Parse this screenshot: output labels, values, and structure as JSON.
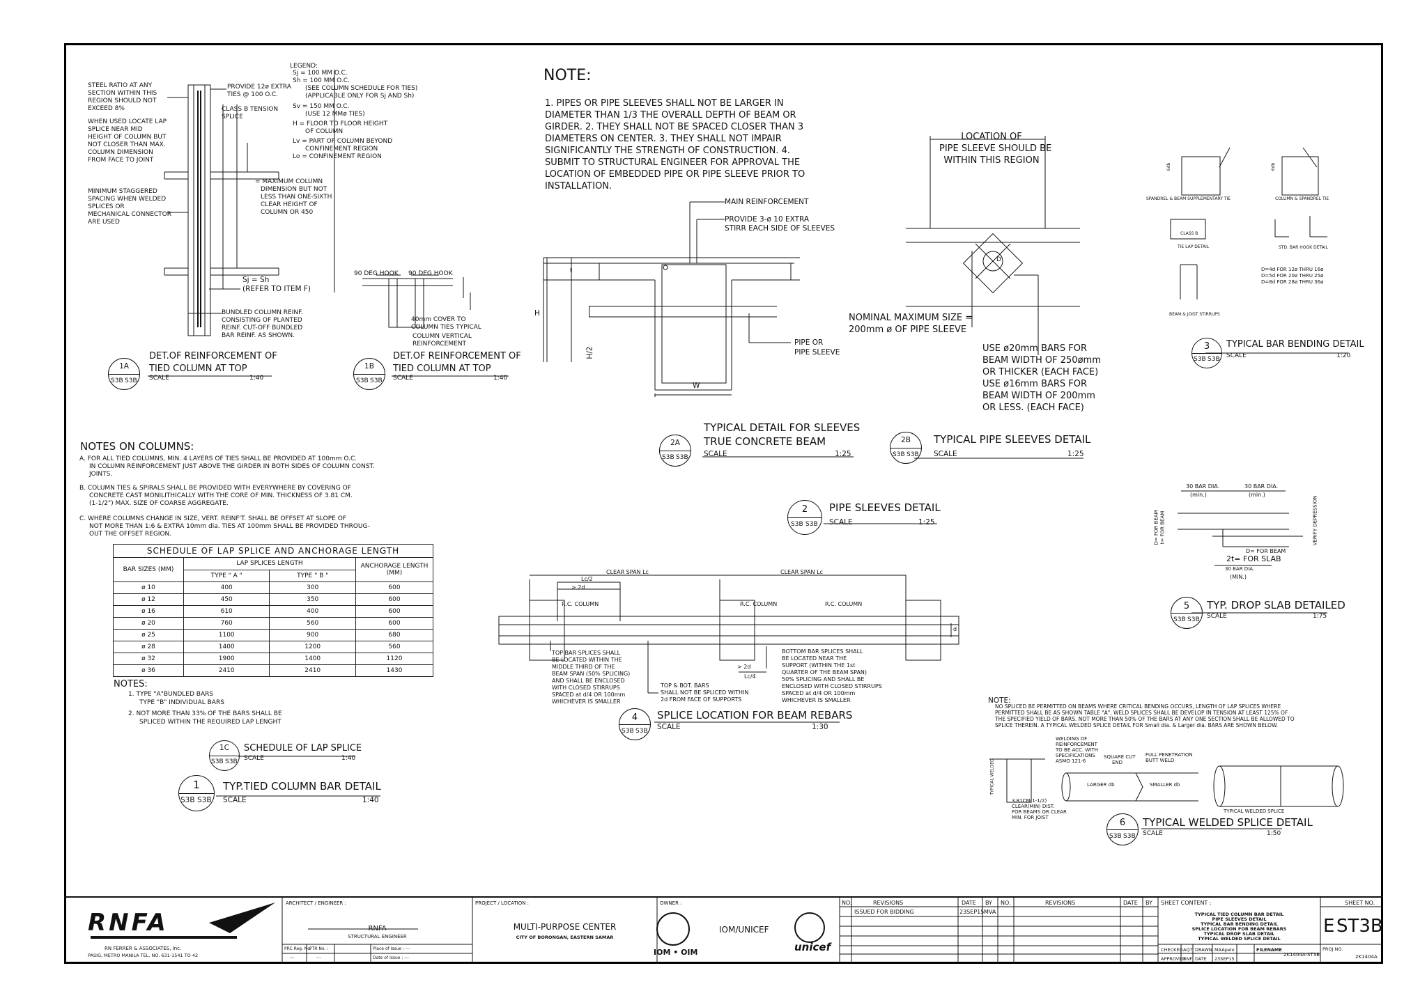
{
  "legend": {
    "title": "LEGEND:",
    "lines": [
      "Sj = 100 MM O.C.",
      "Sh = 100 MM O.C.",
      "(SEE COLUMN SCHEDULE FOR TIES)",
      "(APPLICABLE ONLY FOR Sj AND Sh)",
      "Sv = 150 MM O.C.",
      "(USE 12 MMø TIES)",
      "H = FLOOR TO FLOOR HEIGHT",
      "OF COLUMN",
      "Lv = PART OF COLUMN BEYOND",
      "CONFINEMENT REGION",
      "Lo = CONFINEMENT REGION"
    ]
  },
  "column_notes": {
    "steel_ratio": [
      "STEEL RATIO AT ANY",
      "SECTION WITHIN THIS",
      "REGION SHOULD NOT",
      "EXCEED 8%"
    ],
    "lap_splice": [
      "WHEN USED LOCATE LAP",
      "SPLICE NEAR MID",
      "HEIGHT OF COLUMN BUT",
      "NOT CLOSER THAN MAX.",
      "COLUMN DIMENSION",
      "FROM FACE TO JOINT"
    ],
    "min_stagger": [
      "MINIMUM STAGGERED",
      "SPACING WHEN WELDED",
      "SPLICES OR",
      "MECHANICAL CONNECTOR",
      "ARE USED"
    ],
    "provide_ties": [
      "PROVIDE 12ø EXTRA",
      "TIES @ 100 O.C."
    ],
    "class_b": [
      "CLASS B TENSION",
      "SPLICE"
    ],
    "max_dim": [
      "= MAXIMUM COLUMN",
      "DIMENSION BUT NOT",
      "LESS THAN ONE-SIXTH",
      "CLEAR HEIGHT OF",
      "COLUMN OR 450"
    ],
    "sj_sh": [
      "Sj = Sh",
      "(REFER TO ITEM F)"
    ],
    "bundled": [
      "BUNDLED COLUMN REINF.",
      "CONSISTING OF PLANTED",
      "REINF. CUT-OFF BUNDLED",
      "BAR REINF. AS SHOWN."
    ],
    "hook1": "90 DEG HOOK",
    "hook2": "90 DEG HOOK",
    "cover": [
      "40mm COVER TO",
      "COLUMN TIES TYPICAL"
    ],
    "vertical": [
      "COLUMN VERTICAL",
      "REINFORCEMENT"
    ]
  },
  "details": {
    "d1a": {
      "num": "1A",
      "ref": "S3B",
      "sheet": "S3B",
      "title1": "DET.OF REINFORCEMENT OF",
      "title2": "TIED COLUMN AT TOP",
      "scale": "SCALE",
      "ratio": "1:40"
    },
    "d1b": {
      "num": "1B",
      "ref": "S3B",
      "sheet": "S3B",
      "title1": "DET.OF REINFORCEMENT OF",
      "title2": "TIED COLUMN AT TOP",
      "scale": "SCALE",
      "ratio": "1:40"
    },
    "d2a": {
      "num": "2A",
      "ref": "S3B",
      "sheet": "S3B",
      "title1": "TYPICAL DETAIL FOR SLEEVES",
      "title2": "TRUE CONCRETE BEAM",
      "scale": "SCALE",
      "ratio": "1:25"
    },
    "d2b": {
      "num": "2B",
      "ref": "S3B",
      "sheet": "S3B",
      "title1": "TYPICAL PIPE SLEEVES DETAIL",
      "scale": "SCALE",
      "ratio": "1:25"
    },
    "d2": {
      "num": "2",
      "ref": "S3B",
      "sheet": "S3B",
      "title1": "PIPE SLEEVES DETAIL",
      "scale": "SCALE",
      "ratio": "1:25"
    },
    "d3": {
      "num": "3",
      "ref": "S3B",
      "sheet": "S3B",
      "title1": "TYPICAL BAR BENDING DETAIL",
      "scale": "SCALE",
      "ratio": "1:20"
    },
    "d4": {
      "num": "4",
      "ref": "S3B",
      "sheet": "S3B",
      "title1": "SPLICE LOCATION FOR BEAM REBARS",
      "scale": "SCALE",
      "ratio": "1:30"
    },
    "d5": {
      "num": "5",
      "ref": "S3B",
      "sheet": "S3B",
      "title1": "TYP. DROP SLAB DETAILED",
      "scale": "SCALE",
      "ratio": "1:75"
    },
    "d6": {
      "num": "6",
      "ref": "S3B",
      "sheet": "S3B",
      "title1": "TYPICAL WELDED SPLICE DETAIL",
      "scale": "SCALE",
      "ratio": "1:50"
    },
    "d1c": {
      "num": "1C",
      "ref": "S3B",
      "sheet": "S3B",
      "title1": "SCHEDULE OF LAP SPLICE",
      "scale": "SCALE",
      "ratio": "1:40"
    },
    "d1": {
      "num": "1",
      "ref": "S3B",
      "sheet": "S3B",
      "title1": "TYP.TIED COLUMN BAR DETAIL",
      "scale": "SCALE",
      "ratio": "1:40"
    }
  },
  "sleeve_note": {
    "title": "NOTE:",
    "lines": [
      "1. PIPES OR PIPE SLEEVES SHALL NOT BE LARGER IN",
      "DIAMETER THAN 1/3 THE OVERALL DEPTH OF BEAM OR",
      "GIRDER. 2. THEY SHALL NOT BE SPACED CLOSER THAN 3",
      "DIAMETERS ON CENTER. 3. THEY SHALL NOT IMPAIR",
      "SIGNIFICANTLY THE STRENGTH OF CONSTRUCTION. 4.",
      "SUBMIT TO STRUCTURAL ENGINEER FOR APPROVAL THE",
      "LOCATION OF EMBEDDED PIPE OR PIPE SLEEVE PRIOR TO",
      "INSTALLATION."
    ]
  },
  "sleeve_2a": {
    "main": "MAIN REINFORCEMENT",
    "provide1": "PROVIDE 3-ø 10 EXTRA",
    "provide2": "STIRR EACH SIDE OF SLEEVES",
    "pipe1": "PIPE OR",
    "pipe2": "PIPE SLEEVE",
    "h": "H",
    "h2": "H/2",
    "w": "W",
    "t": "t"
  },
  "sleeve_2b": {
    "loc": [
      "LOCATION OF",
      "PIPE SLEEVE SHOULD BE",
      "WITHIN THIS REGION"
    ],
    "nominal": [
      "NOMINAL MAXIMUM SIZE =",
      "200mm ø OF PIPE SLEEVE"
    ],
    "use": [
      "USE ø20mm BARS FOR",
      "BEAM WIDTH OF 250ømm",
      "OR THICKER (EACH FACE)",
      "USE ø16mm BARS FOR",
      "BEAM WIDTH OF 200mm",
      "OR LESS. (EACH FACE)"
    ],
    "d": "D"
  },
  "bending": {
    "spandrel": "SPANDREL & BEAM SUPPLEMENTARY TIE",
    "colspan": "COLUMN & SPANDREL TIE",
    "tielap": "TIE LAP DETAIL",
    "stdhook": "STD. BAR HOOK DETAIL",
    "joist": "BEAM & JOIST STIRRUPS",
    "classb": "CLASS B",
    "d1": "D=4d FOR 12ø THRU 16ø",
    "d2": "D=5d FOR 20ø THRU 25ø",
    "d3": "D=8d FOR 28ø THRU 36ø",
    "dim1": "6db",
    "dim2": "6db"
  },
  "notes_columns": {
    "title": "NOTES ON COLUMNS:",
    "a": [
      "A. FOR ALL TIED COLUMNS, MIN. 4 LAYERS OF TIES SHALL BE PROVIDED AT 100mm O.C.",
      "IN COLUMN REINFORCEMENT JUST ABOVE THE GIRDER IN BOTH SIDES OF COLUMN CONST.",
      "JOINTS."
    ],
    "b": [
      "B. COLUMN TIES & SPIRALS SHALL BE PROVIDED WITH EVERYWHERE BY COVERING OF",
      "CONCRETE CAST MONILITHICALLY WITH THE CORE OF MIN. THICKNESS OF 3.81 CM.",
      "(1-1/2\") MAX. SIZE OF COARSE AGGREGATE."
    ],
    "c": [
      "C. WHERE COLUMNS CHANGE IN SIZE, VERT. REINF'T. SHALL BE OFFSET AT SLOPE OF",
      "NOT MORE THAN 1:6 & EXTRA 10mm dia. TIES AT 100mm SHALL BE PROVIDED THROUG-",
      "OUT THE OFFSET REGION."
    ]
  },
  "schedule": {
    "title": "SCHEDULE OF LAP SPLICE AND ANCHORAGE LENGTH",
    "h_bar": "BAR SIZES (MM)",
    "h_lap": "LAP SPLICES LENGTH",
    "h_a": "TYPE \" A \"",
    "h_b": "TYPE \" B \"",
    "h_anc": "ANCHORAGE LENGTH (MM)",
    "rows": [
      [
        "ø 10",
        "400",
        "300",
        "600"
      ],
      [
        "ø 12",
        "450",
        "350",
        "600"
      ],
      [
        "ø 16",
        "610",
        "400",
        "600"
      ],
      [
        "ø 20",
        "760",
        "560",
        "600"
      ],
      [
        "ø 25",
        "1100",
        "900",
        "680"
      ],
      [
        "ø 28",
        "1400",
        "1200",
        "560"
      ],
      [
        "ø 32",
        "1900",
        "1400",
        "1120"
      ],
      [
        "ø 36",
        "2410",
        "2410",
        "1430"
      ]
    ],
    "notes_title": "NOTES:",
    "n1a": "1.  TYPE \"A\"BUNDLED BARS",
    "n1b": "TYPE \"B\" INDIVIDUAL BARS",
    "n2a": "2.  NOT MORE THAN 33% OF THE BARS SHALL BE",
    "n2b": "SPLICED WITHIN THE REQUIRED LAP LENGHT"
  },
  "splice_beam": {
    "clear1": "CLEAR SPAN Lc",
    "clear2": "CLEAR SPAN Lc",
    "lc2": "Lc/2",
    "gt2d": "> 2d",
    "rc1": "R.C. COLUMN",
    "rc2": "R.C. COLUMN",
    "rc3": "R.C. COLUMN",
    "top": [
      "TOP BAR SPLICES SHALL",
      "BE LOCATED WITHIN THE",
      "MIDDLE THIRD OF THE",
      "BEAM SPAN (50% SPLICING)",
      "AND SHALL BE ENCLOSED",
      "WITH CLOSED STIRRUPS",
      "SPACED at d/4 OR 100mm",
      "WHICHEVER IS SMALLER"
    ],
    "topbot": [
      "TOP & BOT. BARS",
      "SHALL NOT BE SPLICED WITHIN",
      "2d FROM FACE OF SUPPORTS"
    ],
    "bottom": [
      "BOTTOM BAR SPLICES SHALL",
      "BE LOCATED NEAR THE",
      "SUPPORT (WITHIN THE 1st",
      "QUARTER OF THE BEAM SPAN)",
      "50% SPLICING AND SHALL BE",
      "ENCLOSED WITH CLOSED STIRRUPS",
      "SPACED at d/4 OR 100mm",
      "WHICHEVER IS SMALLER"
    ],
    "gt2d2": "> 2d",
    "lc4": "Lc/4",
    "d": "d"
  },
  "drop_slab": {
    "dia1": "30 BAR DIA.",
    "min1": "(min.)",
    "dia2": "30 BAR DIA.",
    "min2": "(min.)",
    "forbeam": "D= FOR BEAM",
    "forslab": "2t= FOR SLAB",
    "dia3": "30 BAR DIA.",
    "min3": "(MIN.)",
    "left": "D= FOR BEAM",
    "left2": "t= FOR BEAM",
    "verify": "VERIFY DEPRESSION"
  },
  "welded": {
    "note_title": "NOTE:",
    "note": [
      "NO SPLICED BE PERMITTED ON BEAMS WHERE CRITICAL BENDING OCCURS, LENGTH OF LAP SPLICES WHERE",
      "PERMITTED SHALL BE AS SHOWN TABLE \"A\", WELD SPLICES SHALL BE DEVELOP IN TENSION AT LEAST 125% OF",
      "THE SPECIFIED YIELD OF BARS. NOT MORE THAN 50% OF THE BARS AT ANY ONE SECTION SHALL BE ALLOWED TO",
      "SPLICE THEREIN. A TYPICAL WELDED SPLICE DETAIL FOR Small dia. & Larger dia. BARS ARE SHOWN BELOW."
    ],
    "welding": [
      "WELDING OF",
      "REINFORCEMENT",
      "TO BE ACC. WITH",
      "SPECIFICATIONS",
      "ASMO 121-6"
    ],
    "square": [
      "SQUARE CUT",
      "END"
    ],
    "full": [
      "FULL PENETRATION",
      "BUTT WELD"
    ],
    "larger": "LARGER db",
    "smaller": "SMALLER db",
    "typwelded": "TYPICAL WELDED",
    "clear": [
      "3.81CM(1-1/2)",
      "CLEAR(MIN) DIST.",
      "FOR BEAMS OR CLEAR",
      "MIN. FOR JOIST"
    ],
    "typsplice": "TYPICAL WELDED SPLICE"
  },
  "title_block": {
    "logo": "RNFA",
    "company": "RN FERRER & ASSOCIATES, Inc.",
    "address": "PASIG, METRO MANILA  TEL. NO. 631-1541 TO 42",
    "arch_label": "ARCHITECT / ENGINEER :",
    "arch_name": "RNFA",
    "arch_role": "STRUCTURAL ENGINEER",
    "prc": "PRC Reg. No.",
    "ptr": "PTR No. :",
    "place": "Place of Issue : ---",
    "date": "Date of Issue : ---",
    "prc_val": "---",
    "ptr_val": "---",
    "project_label": "PROJECT / LOCATION :",
    "project": "MULTI-PURPOSE CENTER",
    "location": "CITY OF BORONGAN, EASTERN SAMAR",
    "owner_label": "OWNER :",
    "owner": "IOM/UNICEF",
    "iom": "IOM • OIM",
    "unicef": "unicef",
    "rev_no": "NO.",
    "rev": "REVISIONS",
    "rev_date": "DATE",
    "rev_by": "BY",
    "rev_no2": "NO.",
    "rev2": "REVISIONS",
    "rev_date2": "DATE",
    "rev_by2": "BY",
    "rev1": "ISSUED FOR BIDDING",
    "rev1_date": "23SEP15",
    "rev1_by": "MVA",
    "sheet_content_label": "SHEET CONTENT :",
    "sheet_content": [
      "TYPICAL TIED COLUMN BAR DETAIL",
      "PIPE SLEEVES DETAIL",
      "TYPICAL BAR BENDING DETAIL",
      "SPLICE LOCATION FOR BEAM REBARS",
      "TYPICAL DROP SLAB DETAIL",
      "TYPICAL WELDED SPLICE DETAIL"
    ],
    "checked": "CHECKED",
    "checked_by": "AQT",
    "drawn": "DRAWN",
    "drawn_by": "MAApelo",
    "filename_label": "FILENAME",
    "approved": "APPROVED",
    "approved_by": "RNF",
    "date_label": "DATE",
    "date_val": "23SEP15",
    "filename": "2K1404A-ST3B",
    "sheet_no_label": "SHEET NO.",
    "sheet_no": "ST3B",
    "prefix": "E",
    "proj_no_label": "PROJ NO.",
    "proj_no": "2K1404A"
  }
}
